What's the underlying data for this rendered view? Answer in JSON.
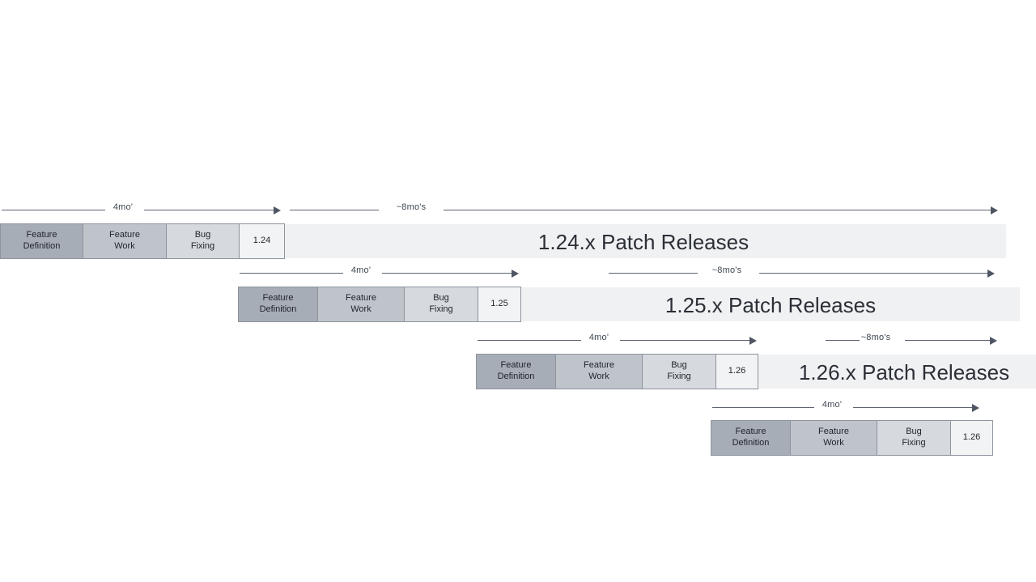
{
  "chart_data": {
    "type": "table",
    "title": "Release Train Timeline",
    "xlabel": "",
    "ylabel": "",
    "releases": [
      {
        "version": "1.24",
        "patch_label": "1.24.x Patch Releases",
        "dev_duration": "4mo'",
        "patch_duration": "~8mo's",
        "phases": [
          "Feature\nDefinition",
          "Feature\nWork",
          "Bug\nFixing",
          "1.24"
        ]
      },
      {
        "version": "1.25",
        "patch_label": "1.25.x Patch Releases",
        "dev_duration": "4mo'",
        "patch_duration": "~8mo's",
        "phases": [
          "Feature\nDefinition",
          "Feature\nWork",
          "Bug\nFixing",
          "1.25"
        ]
      },
      {
        "version": "1.26",
        "patch_label": "1.26.x Patch Releases",
        "dev_duration": "4mo'",
        "patch_duration": "~8mo's",
        "phases": [
          "Feature\nDefinition",
          "Feature\nWork",
          "Bug\nFixing",
          "1.26"
        ]
      },
      {
        "version": "1.26",
        "patch_label": "",
        "dev_duration": "4mo'",
        "patch_duration": "",
        "phases": [
          "Feature\nDefinition",
          "Feature\nWork",
          "Bug\nFixing",
          "1.26"
        ]
      }
    ]
  },
  "rows": [
    {
      "dev_duration": "4mo'",
      "patch_duration": "~8mo's",
      "patch_label": "1.24.x Patch Releases",
      "phase_definition": "Feature\nDefinition",
      "phase_work": "Feature\nWork",
      "phase_bug": "Bug\nFixing",
      "phase_version": "1.24"
    },
    {
      "dev_duration": "4mo'",
      "patch_duration": "~8mo's",
      "patch_label": "1.25.x Patch Releases",
      "phase_definition": "Feature\nDefinition",
      "phase_work": "Feature\nWork",
      "phase_bug": "Bug\nFixing",
      "phase_version": "1.25"
    },
    {
      "dev_duration": "4mo'",
      "patch_duration": "~8mo's",
      "patch_label": "1.26.x Patch Releases",
      "phase_definition": "Feature\nDefinition",
      "phase_work": "Feature\nWork",
      "phase_bug": "Bug\nFixing",
      "phase_version": "1.26"
    },
    {
      "dev_duration": "4mo'",
      "patch_duration": "",
      "patch_label": "",
      "phase_definition": "Feature\nDefinition",
      "phase_work": "Feature\nWork",
      "phase_bug": "Bug\nFixing",
      "phase_version": "1.26"
    }
  ],
  "colors": {
    "phase_definition_bg": "#a7adb6",
    "phase_work_bg": "#bfc4cb",
    "phase_bug_bg": "#d6d9dd",
    "phase_version_bg": "#f2f3f4",
    "patch_bar_bg": "#f0f1f3",
    "box_border": "#8d949e",
    "arrow_line": "#5d6470",
    "text": "#1f2329"
  }
}
